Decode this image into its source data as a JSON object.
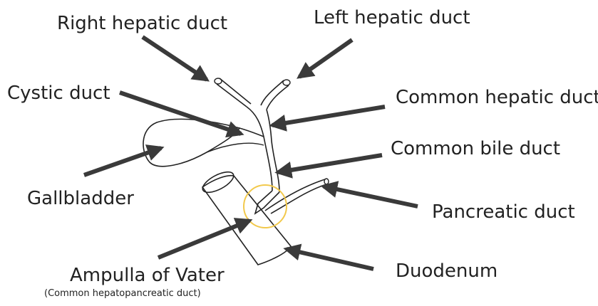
{
  "labels": {
    "right_hepatic_duct": "Right hepatic duct",
    "left_hepatic_duct": "Left hepatic duct",
    "cystic_duct": "Cystic duct",
    "common_hepatic_duct": "Common hepatic duct",
    "common_bile_duct": "Common bile duct",
    "gallbladder": "Gallbladder",
    "pancreatic_duct": "Pancreatic duct",
    "ampulla_of_vater": "Ampulla of Vater",
    "ampulla_subtitle": "(Common hepatopancreatic duct)",
    "duodenum": "Duodenum"
  },
  "colors": {
    "arrow": "#3a3a3a",
    "outline": "#222222",
    "highlight_circle": "#f2c94c"
  }
}
